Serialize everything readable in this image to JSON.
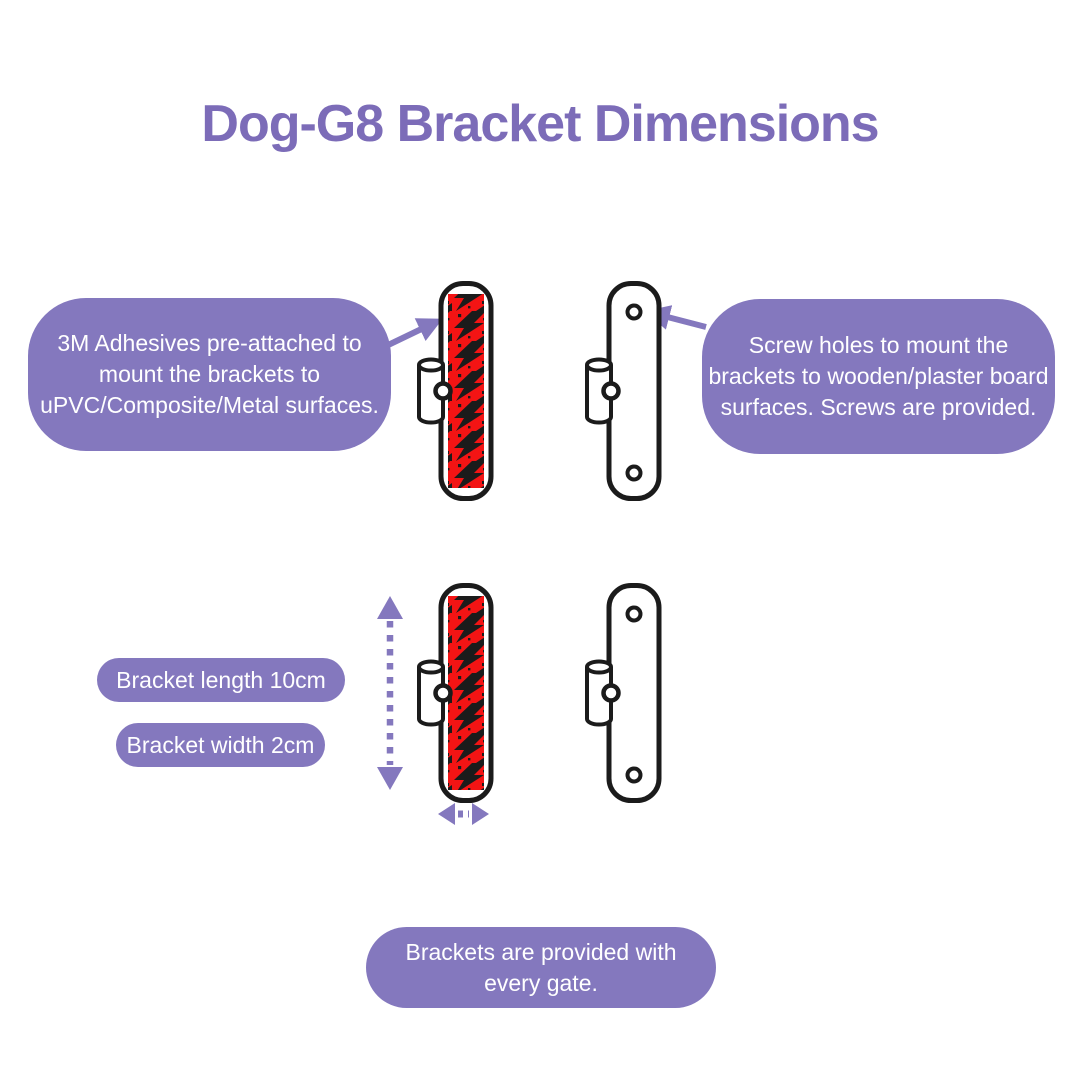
{
  "title": "Dog-G8 Bracket Dimensions",
  "colors": {
    "purple": "#8478BE",
    "title_purple": "#7C6CB8",
    "red": "#F31414",
    "ink": "#1B1B1B",
    "background": "#FFFFFF",
    "text_on_purple": "#FFFFFF"
  },
  "callouts": {
    "adhesive": {
      "lines": [
        "3M Adhesives pre-attached to",
        "mount the brackets to",
        "uPVC/Composite/Metal surfaces."
      ]
    },
    "screw": {
      "lines": [
        "Screw holes to mount the",
        "brackets to wooden/plaster board",
        "surfaces. Screws are provided."
      ]
    },
    "provided": {
      "lines": [
        "Brackets are provided with",
        "every gate."
      ]
    }
  },
  "dimension_labels": {
    "length": "Bracket length 10cm",
    "width": "Bracket width 2cm"
  },
  "icons": {
    "adhesive_pointer": "pointer-arrow",
    "screw_pointer": "pointer-arrow",
    "length_arrow": "vertical-double-headed-dotted-arrow",
    "width_arrow": "horizontal-double-headed-arrow",
    "bracket_front": "bracket-front-with-adhesive-strip",
    "bracket_back": "bracket-back-with-screw-holes"
  }
}
